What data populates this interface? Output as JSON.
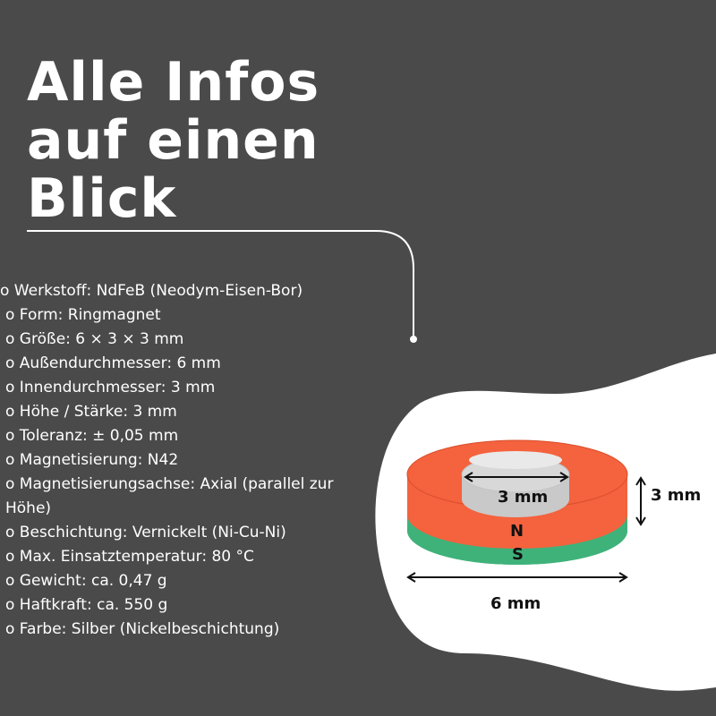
{
  "title_lines": [
    "Alle Infos",
    "auf einen",
    "Blick"
  ],
  "specs": [
    "o Werkstoff: NdFeB (Neodym-Eisen-Bor)",
    "o Form: Ringmagnet",
    "o Größe: 6 × 3 × 3 mm",
    "o Außendurchmesser: 6 mm",
    "o Innendurchmesser: 3 mm",
    "o Höhe / Stärke: 3 mm",
    "o Toleranz: ± 0,05 mm",
    "o Magnetisierung: N42",
    "o Magnetisierungsachse: Axial (parallel zur Höhe)",
    "o Beschichtung: Vernickelt (Ni-Cu-Ni)",
    "o Max. Einsatztemperatur: 80 °C",
    "o Gewicht: ca. 0,47 g",
    "o Haftkraft: ca. 550 g",
    "o Farbe: Silber (Nickelbeschichtung)"
  ],
  "diagram": {
    "inner_diameter_label": "3 mm",
    "height_label": "3 mm",
    "outer_diameter_label": "6 mm",
    "north_label": "N",
    "south_label": "S",
    "colors": {
      "north": "#f4623e",
      "south": "#3fb27a",
      "inner": "#d8d8d8",
      "background": "#4a4a4a",
      "panel": "#ffffff"
    }
  }
}
